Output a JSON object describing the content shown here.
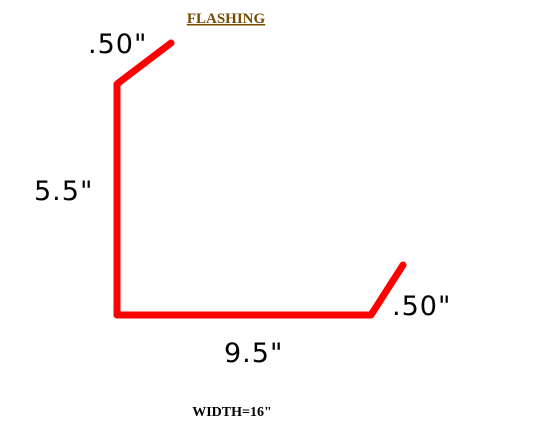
{
  "title": "FLASHING",
  "colors": {
    "title": "#7a4a00",
    "profile": "#ff0000",
    "text": "#000000"
  },
  "dimensions": {
    "top_flange": ".50\"",
    "vertical_leg": "5.5\"",
    "bottom_leg": "9.5\"",
    "end_flange": ".50\""
  },
  "width_label": "WIDTH=16\""
}
